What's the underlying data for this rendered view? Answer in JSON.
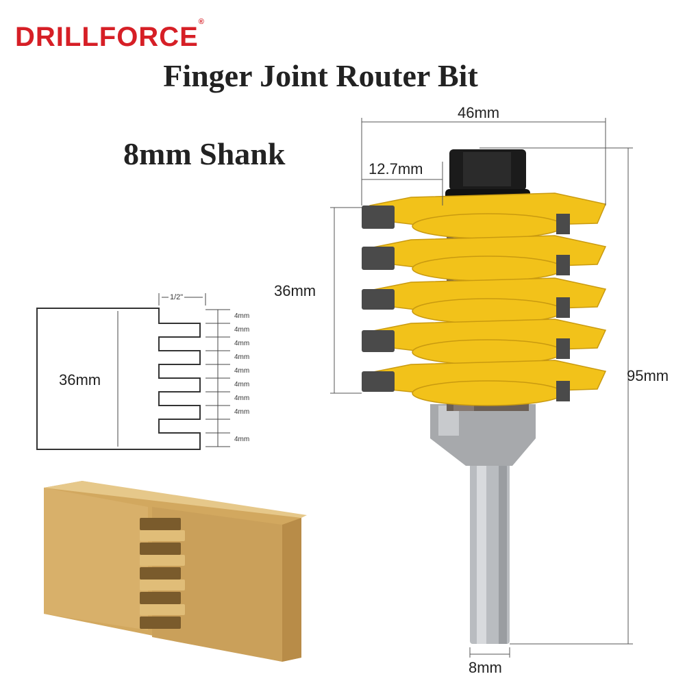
{
  "brand": {
    "name": "DRILLFORCE",
    "mark": "®"
  },
  "title": "Finger Joint Router Bit",
  "subtitle": "8mm Shank",
  "dimensions": {
    "width": "46mm",
    "bearing": "12.7mm",
    "cut_height": "36mm",
    "total_length": "95mm",
    "shank": "8mm"
  },
  "profile": {
    "finger_width": "1/2\"",
    "height": "36mm",
    "pitch_labels": [
      "4mm",
      "4mm",
      "4mm",
      "4mm",
      "4mm",
      "4mm",
      "4mm",
      "4mm",
      "4mm"
    ]
  },
  "colors": {
    "brand": "#d61f26",
    "blade": "#f5c518",
    "wood": "#d9b36b"
  }
}
